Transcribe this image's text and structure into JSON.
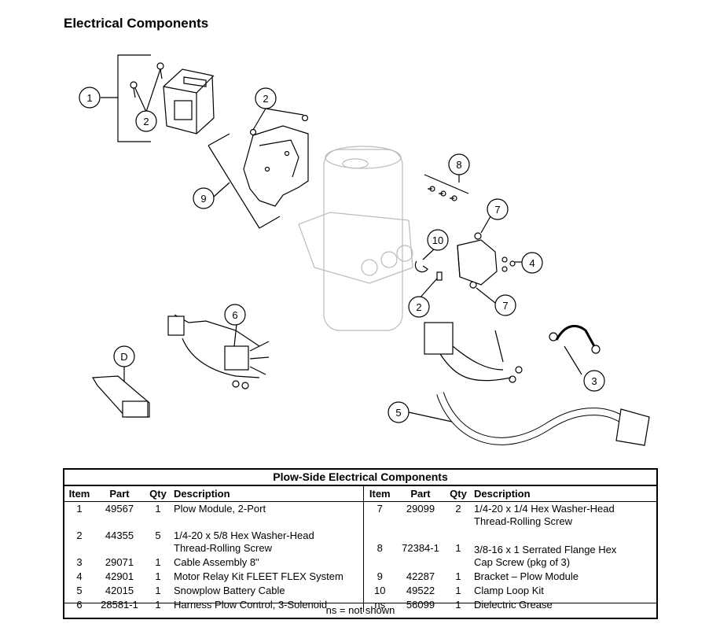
{
  "page": {
    "title": "Electrical Components"
  },
  "callouts": [
    "1",
    "2",
    "2",
    "9",
    "8",
    "7",
    "10",
    "4",
    "2",
    "7",
    "6",
    "D",
    "3",
    "5"
  ],
  "table": {
    "title": "Plow-Side Electrical Components",
    "headers": {
      "item": "Item",
      "part": "Part",
      "qty": "Qty",
      "description": "Description"
    },
    "left_rows": [
      {
        "item": "1",
        "part": "49567",
        "qty": "1",
        "desc1": "Plow Module, 2-Port",
        "desc2": ""
      },
      {
        "item": "2",
        "part": "44355",
        "qty": "5",
        "desc1": "1/4-20 x 5/8 Hex Washer-Head",
        "desc2": "Thread-Rolling Screw"
      },
      {
        "item": "3",
        "part": "29071",
        "qty": "1",
        "desc1": "Cable Assembly 8\"",
        "desc2": ""
      },
      {
        "item": "4",
        "part": "42901",
        "qty": "1",
        "desc1": "Motor Relay Kit FLEET FLEX System",
        "desc2": ""
      },
      {
        "item": "5",
        "part": "42015",
        "qty": "1",
        "desc1": "Snowplow Battery Cable",
        "desc2": ""
      },
      {
        "item": "6",
        "part": "28581-1",
        "qty": "1",
        "desc1": "Harness Plow Control, 3-Solenoid",
        "desc2": ""
      }
    ],
    "right_rows": [
      {
        "item": "7",
        "part": "29099",
        "qty": "2",
        "desc1": "1/4-20 x 1/4 Hex Washer-Head",
        "desc2": "Thread-Rolling Screw"
      },
      {
        "item": "8",
        "part": "72384-1",
        "qty": "1",
        "desc1": "3/8-16 x 1 Serrated Flange Hex",
        "desc2": "Cap Screw (pkg of 3)"
      },
      {
        "item": "9",
        "part": "42287",
        "qty": "1",
        "desc1": "Bracket – Plow Module",
        "desc2": ""
      },
      {
        "item": "10",
        "part": "49522",
        "qty": "1",
        "desc1": "Clamp Loop Kit",
        "desc2": ""
      },
      {
        "item": "ns",
        "part": "56099",
        "qty": "1",
        "desc1": "Dielectric Grease",
        "desc2": ""
      }
    ],
    "footnote": "ns = not shown"
  }
}
